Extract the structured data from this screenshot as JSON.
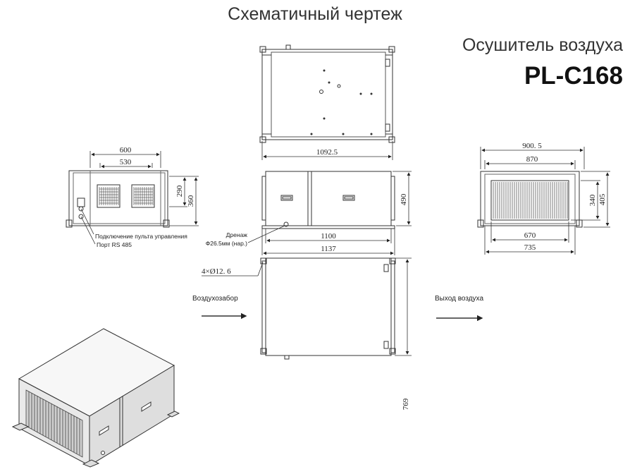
{
  "header": {
    "title": "Схематичный чертеж",
    "product_type": "Осушитель воздуха",
    "model": "PL-C168"
  },
  "top_view": {
    "width_label": "1092.5"
  },
  "left_view": {
    "width_outer": "600",
    "width_inner": "530",
    "height_inner": "290",
    "height_outer": "360",
    "note_control": "Подключение пульта управления",
    "note_port": "Порт RS 485"
  },
  "front_view": {
    "height": "490",
    "width_inner": "1100",
    "width_outer": "1137",
    "drain_label": "Дренаж",
    "drain_size": "Ф26.5мм (нар.)"
  },
  "right_view": {
    "width_outer": "900. 5",
    "width_inner": "870",
    "height_inner": "340",
    "height_outer": "405",
    "grille_inner": "670",
    "grille_outer": "735"
  },
  "bottom_view": {
    "holes": "4×Ø12. 6",
    "depth": "769",
    "air_in": "Воздухозабор",
    "air_out": "Выход воздуха"
  }
}
